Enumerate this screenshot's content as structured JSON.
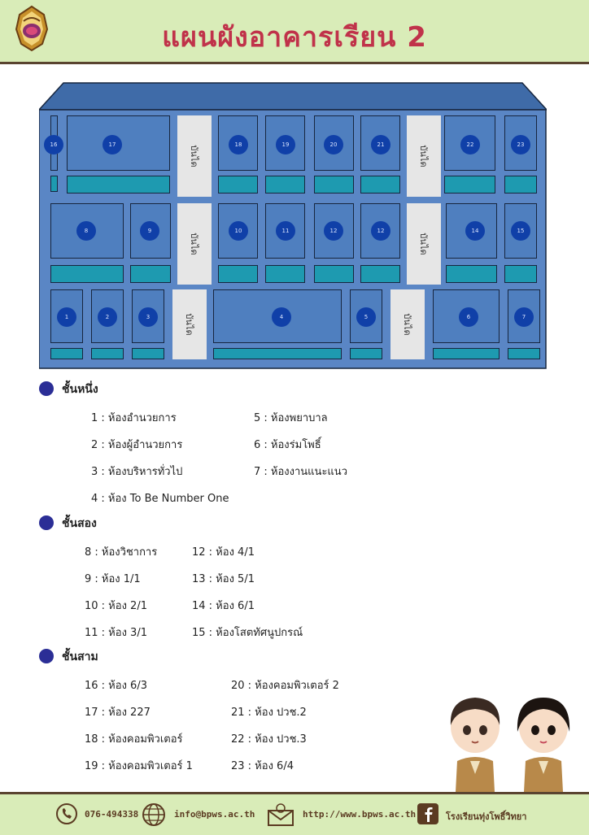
{
  "header": {
    "title": "แผนผังอาคารเรียน 2",
    "logo_icon": "school-seal-icon"
  },
  "stairs_label": "บันได",
  "floor3_rooms": [
    "16",
    "17",
    "18",
    "19",
    "20",
    "21",
    "22",
    "23"
  ],
  "floor2_rooms": [
    "8",
    "9",
    "10",
    "11",
    "12",
    "14",
    "15"
  ],
  "floor1_rooms": [
    "1",
    "2",
    "3",
    "4",
    "5",
    "6",
    "7"
  ],
  "sections": [
    {
      "title": "ชั้นหนึ่ง",
      "items": [
        "1 : ห้องอำนวยการ",
        "5 : ห้องพยาบาล",
        "2 : ห้องผู้อำนวยการ",
        "6 : ห้องร่มโพธิ์",
        "3 : ห้องบริหารทั่วไป",
        "7 : ห้องงานแนะแนว",
        "4 : ห้อง To Be Number One"
      ]
    },
    {
      "title": "ชั้นสอง",
      "items": [
        "8 : ห้องวิชาการ",
        "12 : ห้อง 4/1",
        "9 : ห้อง 1/1",
        "13 : ห้อง 5/1",
        "10 : ห้อง 2/1",
        "14 : ห้อง 6/1",
        "11 : ห้อง 3/1",
        "15 : ห้องโสตทัศนูปกรณ์"
      ]
    },
    {
      "title": "ชั้นสาม",
      "items": [
        "16 : ห้อง 6/3",
        "20 : ห้องคอมพิวเตอร์ 2",
        "17 : ห้อง 227",
        "21 : ห้อง ปวช.2",
        "18 : ห้องคอมพิวเตอร์",
        "22 : ห้อง ปวช.3",
        "19 : ห้องคอมพิวเตอร์ 1",
        "23 : ห้อง 6/4"
      ]
    }
  ],
  "footer": {
    "phone": "076-494338",
    "email": "info@bpws.ac.th",
    "website": "http://www.bpws.ac.th",
    "facebook": "โรงเรียนทุ่งโพธิ์วิทยา",
    "icons": [
      "phone-icon",
      "globe-icon",
      "mail-icon",
      "facebook-icon"
    ]
  },
  "colors": {
    "header_bg": "#d9ecb8",
    "title": "#c0324a",
    "building": "#4f7fbf",
    "room_bar": "#1e9ab0",
    "room_badge": "#1040a8"
  }
}
